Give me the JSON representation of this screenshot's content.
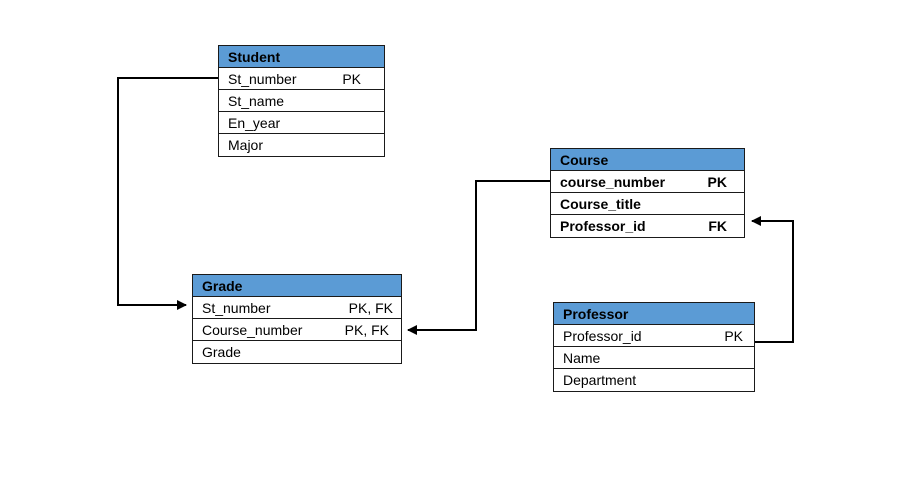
{
  "tables": {
    "student": {
      "title": "Student",
      "rows": [
        {
          "name": "St_number",
          "key": "PK"
        },
        {
          "name": "St_name",
          "key": ""
        },
        {
          "name": "En_year",
          "key": ""
        },
        {
          "name": "Major",
          "key": ""
        }
      ]
    },
    "course": {
      "title": "Course",
      "rows": [
        {
          "name": "course_number",
          "key": "PK"
        },
        {
          "name": "Course_title",
          "key": ""
        },
        {
          "name": "Professor_id",
          "key": "FK"
        }
      ]
    },
    "grade": {
      "title": "Grade",
      "rows": [
        {
          "name": "St_number",
          "key": "PK, FK"
        },
        {
          "name": "Course_number",
          "key": "PK, FK"
        },
        {
          "name": "Grade",
          "key": ""
        }
      ]
    },
    "professor": {
      "title": "Professor",
      "rows": [
        {
          "name": "Professor_id",
          "key": "PK"
        },
        {
          "name": "Name",
          "key": ""
        },
        {
          "name": "Department",
          "key": ""
        }
      ]
    }
  },
  "colors": {
    "header_fill": "#5b9bd5",
    "border": "#1a1a1a",
    "connector": "#000000"
  }
}
